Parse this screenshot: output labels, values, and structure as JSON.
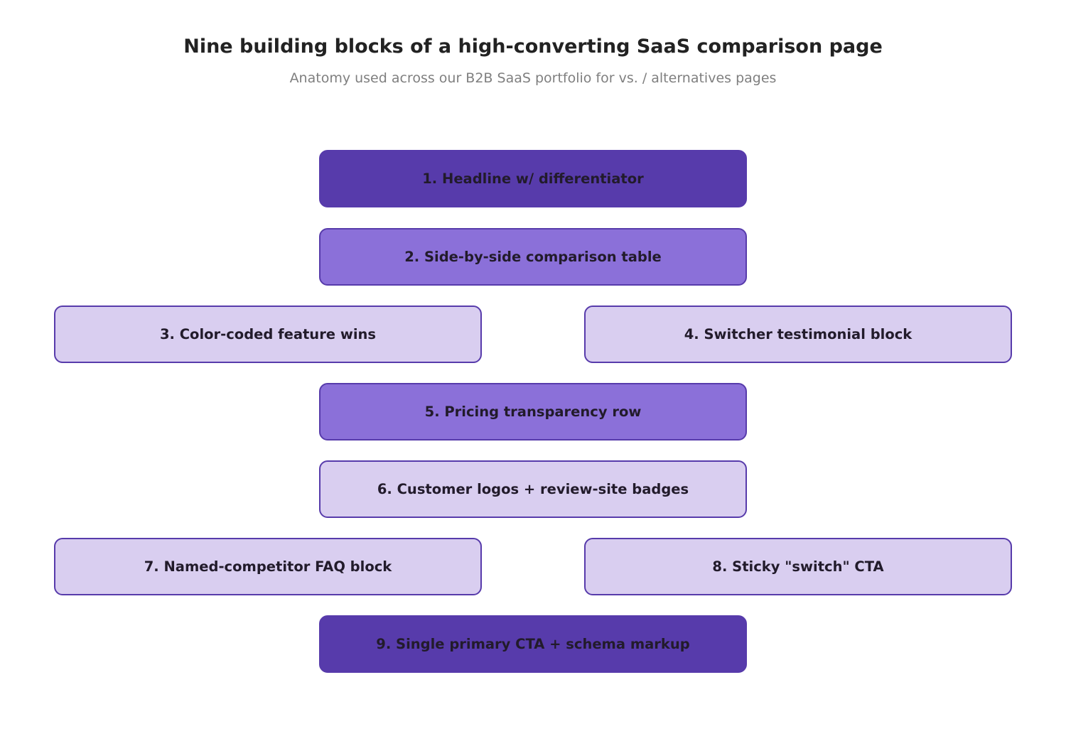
{
  "title": "Nine building blocks of a high-converting SaaS comparison page",
  "subtitle": "Anatomy used across our B2B SaaS portfolio for vs. / alternatives pages",
  "colors": {
    "dark": "#573bab",
    "mid": "#8b70d9",
    "light": "#d9cef0",
    "border": "#573bab",
    "text": "#221b2b"
  },
  "blocks": [
    {
      "label": "1. Headline w/ differentiator",
      "shade": "dark"
    },
    {
      "label": "2. Side-by-side comparison table",
      "shade": "mid"
    },
    {
      "label": "3. Color-coded feature wins",
      "shade": "light"
    },
    {
      "label": "4. Switcher testimonial block",
      "shade": "light"
    },
    {
      "label": "5. Pricing transparency row",
      "shade": "mid"
    },
    {
      "label": "6. Customer logos + review-site badges",
      "shade": "light"
    },
    {
      "label": "7. Named-competitor FAQ block",
      "shade": "light"
    },
    {
      "label": "8. Sticky \"switch\" CTA",
      "shade": "light"
    },
    {
      "label": "9. Single primary CTA + schema markup",
      "shade": "dark"
    }
  ]
}
